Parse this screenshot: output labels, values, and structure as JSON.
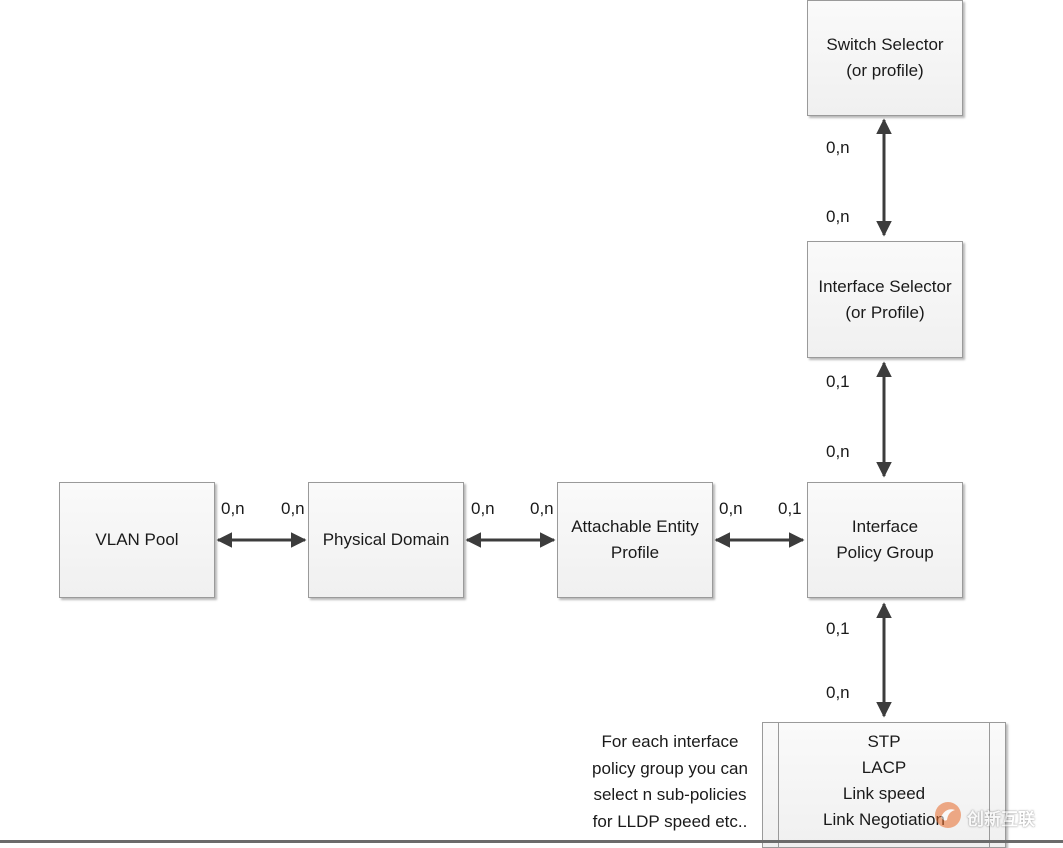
{
  "boxes": {
    "switch_selector": "Switch Selector\n(or profile)",
    "interface_selector": "Interface Selector\n(or Profile)",
    "vlan_pool": "VLAN Pool",
    "physical_domain": "Physical Domain",
    "attachable_entity_profile": "Attachable Entity\nProfile",
    "interface_policy_group": "Interface\nPolicy Group"
  },
  "sub_policies": {
    "items": [
      "STP",
      "LACP",
      "Link speed",
      "Link Negotiation"
    ]
  },
  "multiplicities": {
    "switch_to_interface_selector_top": "0,n",
    "switch_to_interface_selector_bottom": "0,n",
    "interface_selector_to_policy_group_top": "0,1",
    "interface_selector_to_policy_group_bottom": "0,n",
    "vlan_to_physical_left": "0,n",
    "vlan_to_physical_right": "0,n",
    "physical_to_aep_left": "0,n",
    "physical_to_aep_right": "0,n",
    "aep_to_policy_group_left": "0,n",
    "aep_to_policy_group_right": "0,1",
    "policy_group_to_sub_policies_top": "0,1",
    "policy_group_to_sub_policies_bottom": "0,n"
  },
  "note": "For each interface\npolicy group you can\nselect n sub-policies\nfor LLDP speed etc..",
  "watermark": {
    "text": "创新互联",
    "icon": "swirl-logo-icon"
  },
  "colors": {
    "arrow": "#3c3c3c",
    "box_border": "#9a9a9a",
    "box_fill": "#f3f3f3"
  }
}
